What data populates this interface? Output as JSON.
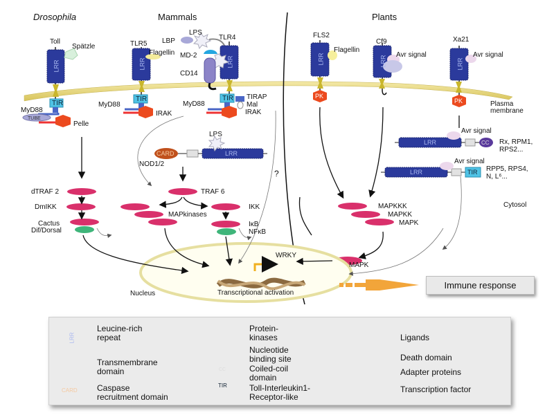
{
  "headers": {
    "drosophila": "Drosophila",
    "mammals": "Mammals",
    "plants": "Plants"
  },
  "receptors": {
    "toll": "Toll",
    "spatzle": "Spätzle",
    "tlr5": "TLR5",
    "flagellin_mammal": "Flagellin",
    "lbp": "LBP",
    "lps_top": "LPS",
    "tlr4": "TLR4",
    "md2": "MD-2",
    "cd14": "CD14",
    "fls2": "FLS2",
    "flagellin_plant": "Flagellin",
    "cf9": "Cf9",
    "avr_cf9": "Avr signal",
    "xa21": "Xa21",
    "avr_xa21": "Avr signal",
    "lrr": "LRR",
    "tir": "TIR",
    "pk": "PK",
    "card": "CARD",
    "cc": "CC",
    "tube": "TUBE"
  },
  "adapters": {
    "myd88_dros": "MyD88",
    "pelle": "Pelle",
    "myd88_tlr5": "MyD88",
    "irak_tlr5": "IRAK",
    "myd88_tlr4": "MyD88",
    "tirap": "TIRAP",
    "mal": "Mal",
    "irak_tlr4": "IRAK"
  },
  "membrane": {
    "label_line1": "Plasma",
    "label_line2": "membrane"
  },
  "cytosolic": {
    "lps_nod": "LPS",
    "nod": "NOD1/2",
    "question": "?",
    "avr_rx": "Avr signal",
    "rx_line1": "Rx, RPM1,",
    "rx_line2": "RPS2...",
    "avr_rpp5": "Avr signal",
    "rpp5_line1": "RPP5, RPS4,",
    "rpp5_line2": "N, L⁶...",
    "cytosol": "Cytosol"
  },
  "pathways": {
    "dtraf2": "dTRAF 2",
    "dmikk": "DmIKK",
    "cactus": "Cactus",
    "dif_dorsal": "Dif/Dorsal",
    "traf6": "TRAF 6",
    "mapkinases": "MAPkinases",
    "ikk": "IKK",
    "ikb": "IκB",
    "nfkb": "NFκB",
    "mapkkk": "MAPKKK",
    "mapkk": "MAPKK",
    "mapk": "MAPK",
    "mapk_nuc": "MAPK",
    "wrky": "WRKY"
  },
  "nucleus": {
    "label": "Nucleus",
    "transcription": "Transcriptional activation"
  },
  "immune_response": "Immune response",
  "legend": {
    "items": [
      {
        "icon": "lrr-icon",
        "line1": "Leucine-rich",
        "line2": "repeat"
      },
      {
        "icon": "transmembrane-icon",
        "line1": "Transmembrane",
        "line2": "domain"
      },
      {
        "icon": "card-icon",
        "line1": "Caspase",
        "line2": "recruitment domain"
      },
      {
        "icon": "protein-kinase-icon",
        "line1": "Protein-",
        "line2": "kinases"
      },
      {
        "icon": "nucleotide-binding-icon",
        "line1": "Nucleotide",
        "line2": "binding site"
      },
      {
        "icon": "coiled-coil-icon",
        "line1": "Coiled-coil",
        "line2": "domain"
      },
      {
        "icon": "tir-icon",
        "line1": "Toll-Interleukin1-",
        "line2": "Receptor-like"
      },
      {
        "icon": "ligands-icon",
        "line1": "Ligands",
        "line2": ""
      },
      {
        "icon": "death-domain-icon",
        "line1": "Death domain",
        "line2": ""
      },
      {
        "icon": "adapter-proteins-icon",
        "line1": "Adapter proteins",
        "line2": ""
      },
      {
        "icon": "transcription-factor-icon",
        "line1": "Transcription factor",
        "line2": ""
      }
    ]
  },
  "colors": {
    "lrr": "#2b3a9c",
    "membrane": "#e6d374",
    "kinase": "#d9306b",
    "hexagon": "#ec4a1e",
    "tir": "#4fc3e6",
    "tf": "#3fb57a",
    "nucleus": "#f7f2c8",
    "arrow_orange": "#f2a53a"
  }
}
